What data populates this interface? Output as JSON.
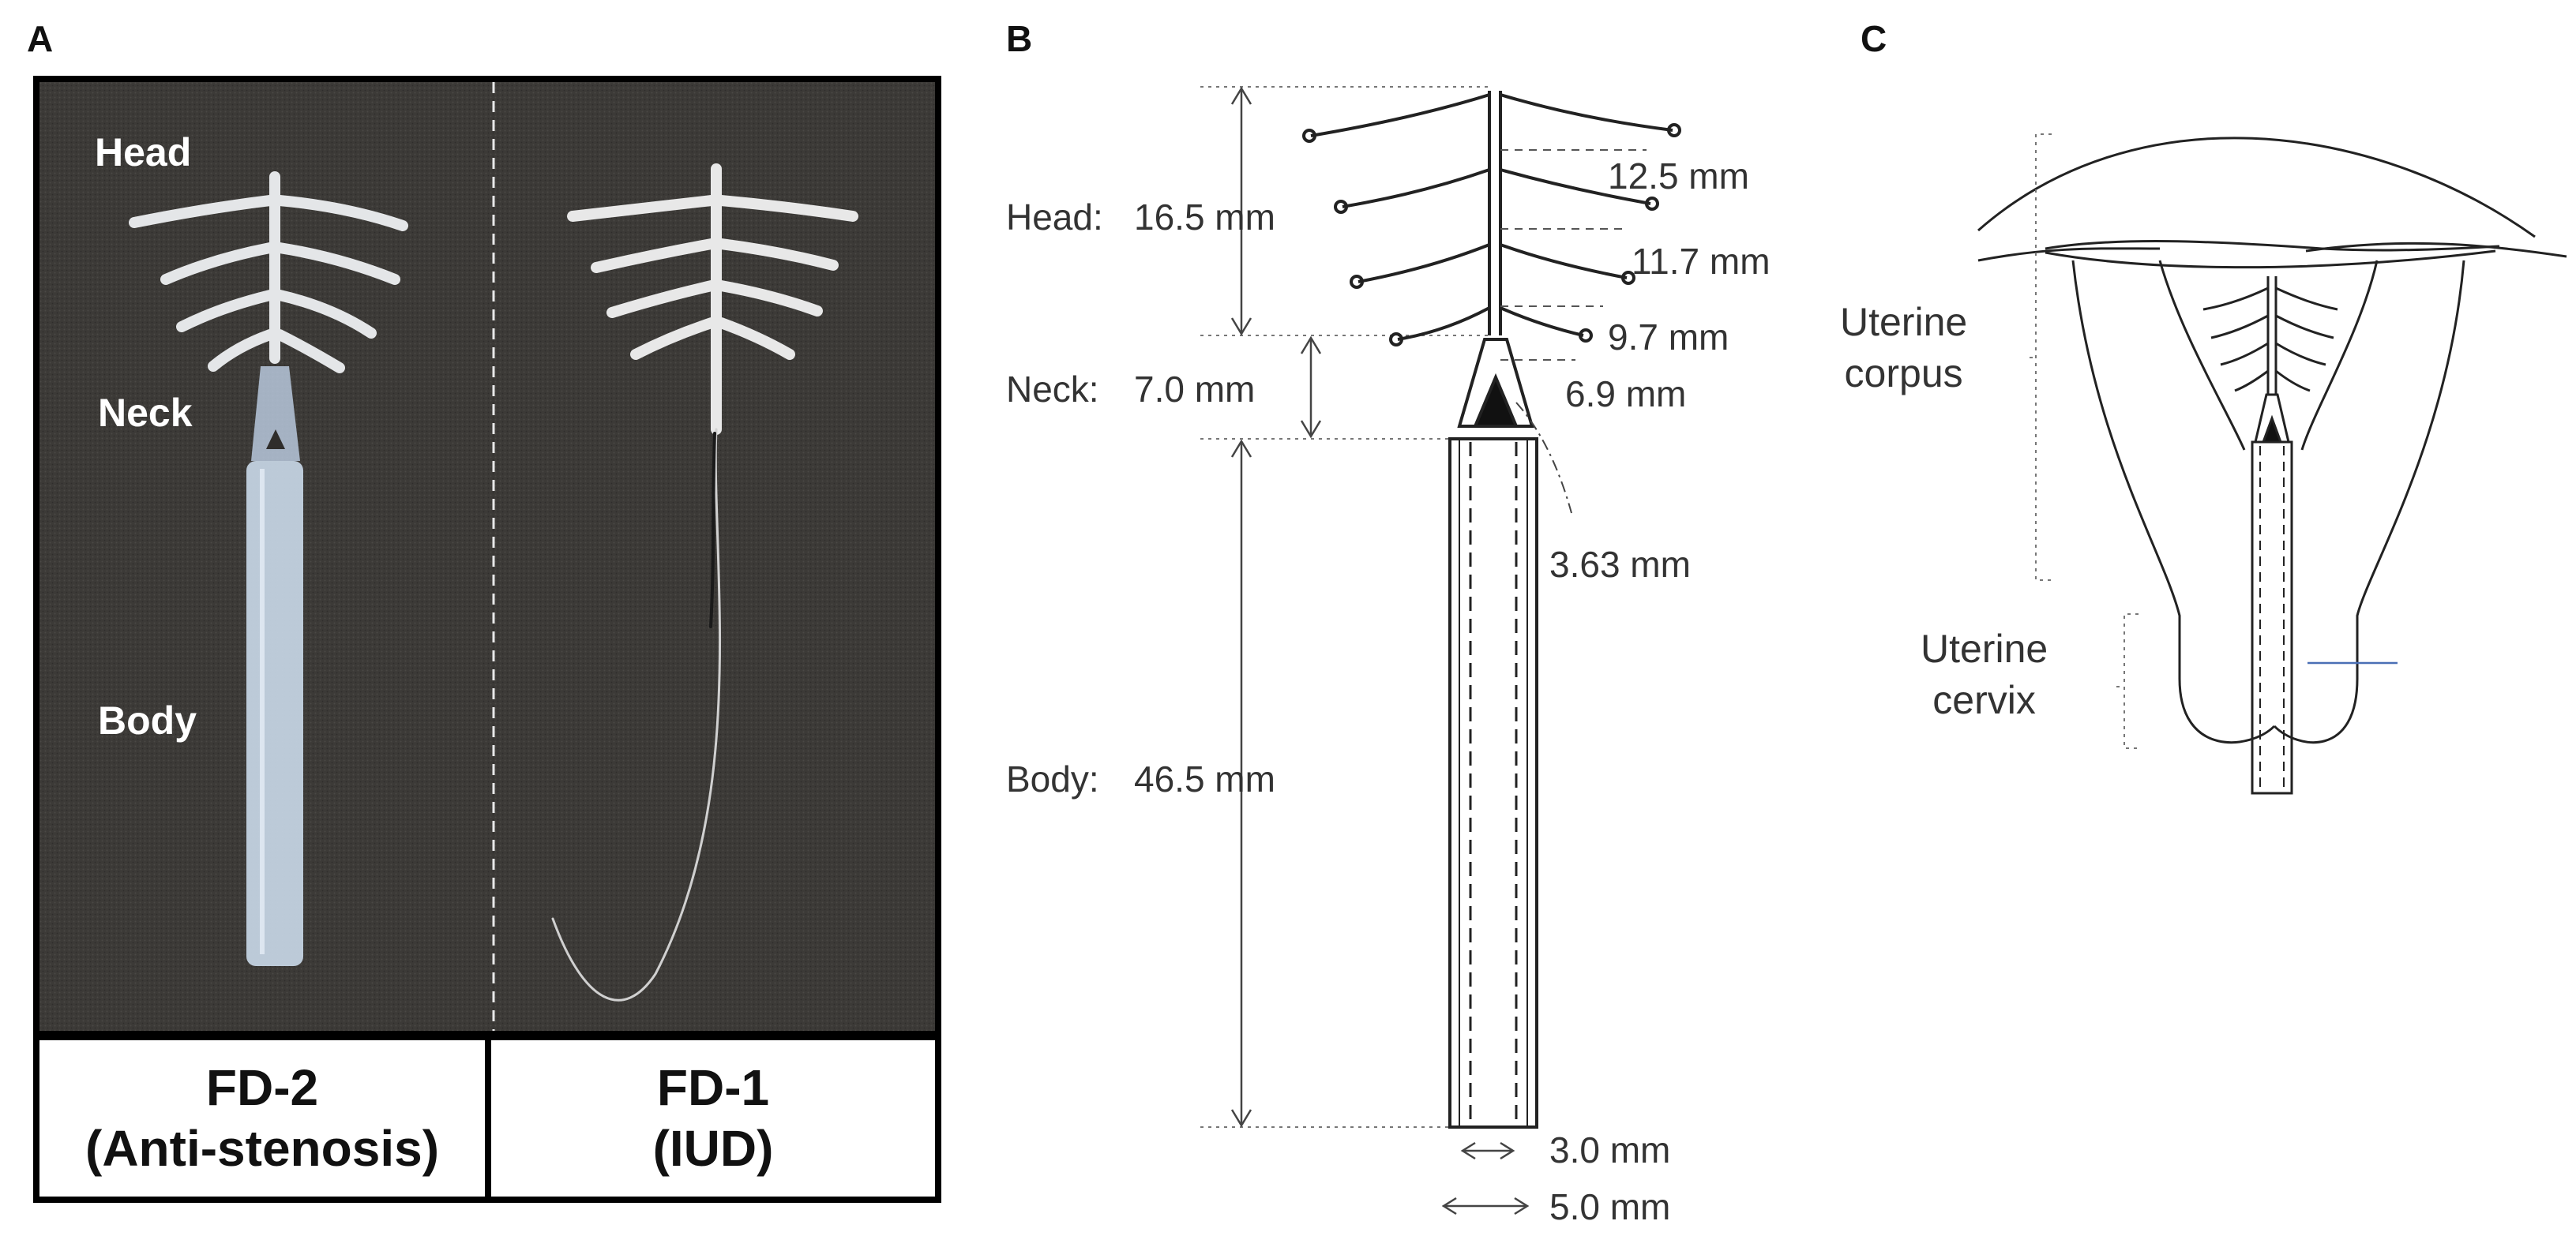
{
  "panels": {
    "a": {
      "letter": "A",
      "labels": {
        "head": "Head",
        "neck": "Neck",
        "body": "Body"
      },
      "captions": [
        {
          "title": "FD-2",
          "subtitle": "(Anti-stenosis)"
        },
        {
          "title": "FD-1",
          "subtitle": "(IUD)"
        }
      ]
    },
    "b": {
      "letter": "B",
      "sections": [
        {
          "name": "Head:",
          "length": "16.5 mm"
        },
        {
          "name": "Neck:",
          "length": "7.0 mm"
        },
        {
          "name": "Body:",
          "length": "46.5 mm"
        }
      ],
      "arm_widths": [
        "12.5 mm",
        "11.7 mm",
        "9.7 mm",
        "6.9 mm"
      ],
      "neck_opening": "3.63 mm",
      "inner_diameter": "3.0 mm",
      "outer_diameter": "5.0 mm"
    },
    "c": {
      "letter": "C",
      "labels": {
        "corpus_line1": "Uterine",
        "corpus_line2": "corpus",
        "cervix_line1": "Uterine",
        "cervix_line2": "cervix"
      }
    }
  }
}
